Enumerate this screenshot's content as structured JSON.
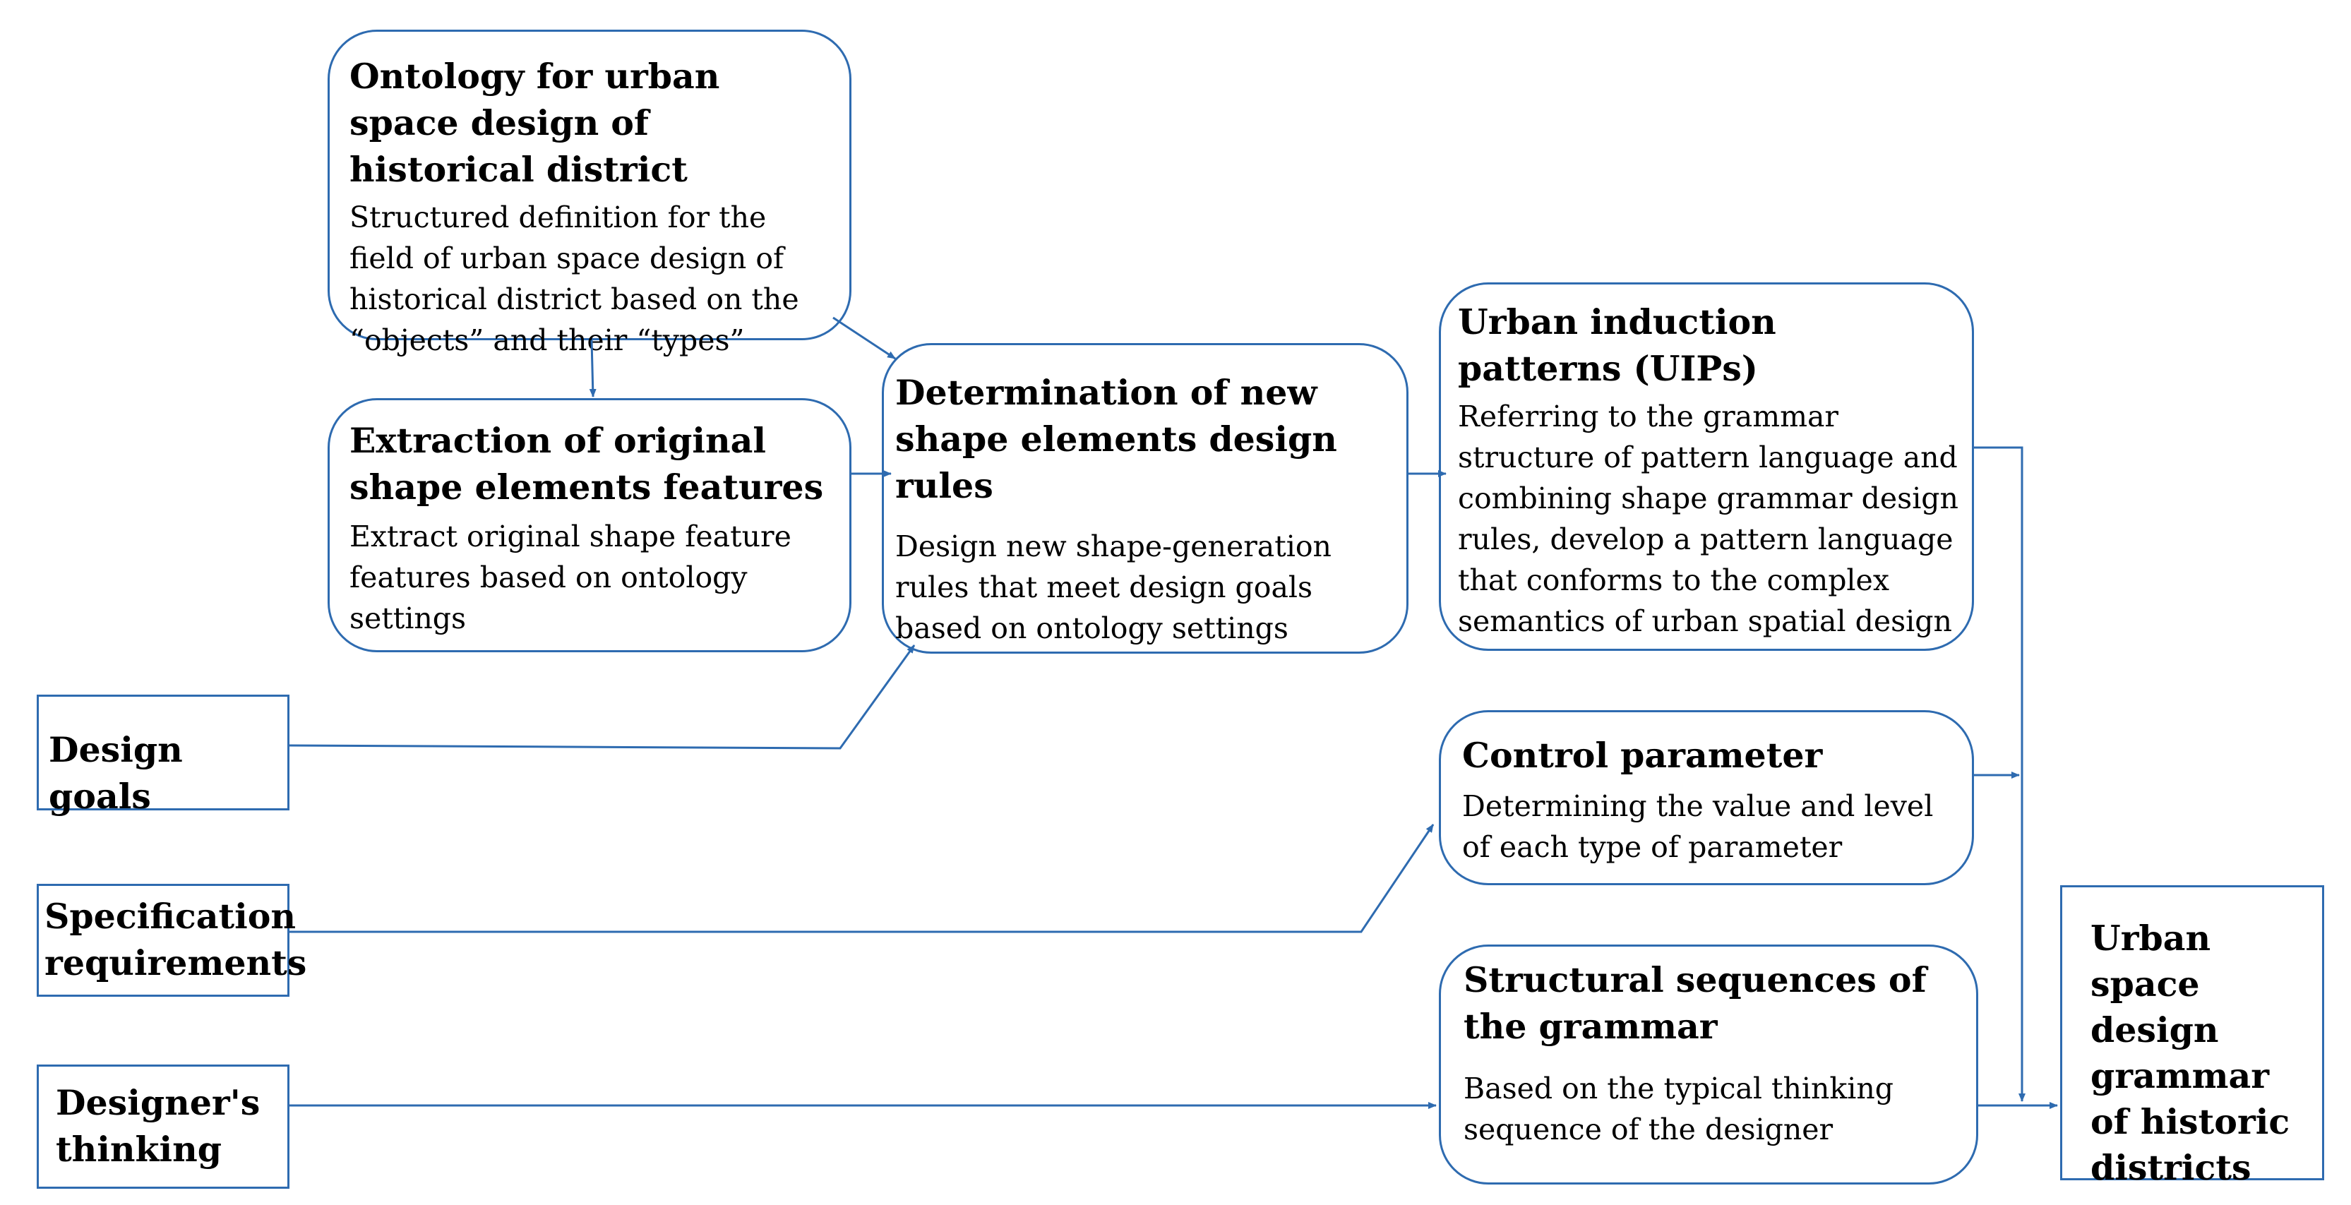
{
  "colors": {
    "line": "#2e6bb0",
    "text": "#000000"
  },
  "nodes": {
    "ontology": {
      "title": "Ontology for urban space design of historical district",
      "desc": "Structured definition for the field of urban space design of historical district based on the “objects” and their “types”"
    },
    "extraction": {
      "title": "Extraction of original shape elements features",
      "desc": "Extract original shape feature features based on ontology settings"
    },
    "determination": {
      "title": "Determination of new shape elements design rules",
      "desc": "Design new shape-generation rules that meet design goals based on ontology settings"
    },
    "uips": {
      "title": "Urban induction patterns (UIPs)",
      "desc": "Referring to the grammar structure of pattern language and combining shape grammar design rules, develop a pattern language that conforms to the complex semantics of urban spatial design"
    },
    "control": {
      "title": "Control parameter",
      "desc": "Determining the value and level of each type of parameter"
    },
    "structural": {
      "title": "Structural sequences of the grammar",
      "desc": "Based on the typical thinking sequence of the designer"
    },
    "design_goals": {
      "label": "Design goals"
    },
    "specification": {
      "label": "Specification requirements"
    },
    "designers_thinking": {
      "label": "Designer's thinking"
    },
    "output": {
      "label": "Urban space design grammar of historic districts"
    }
  }
}
